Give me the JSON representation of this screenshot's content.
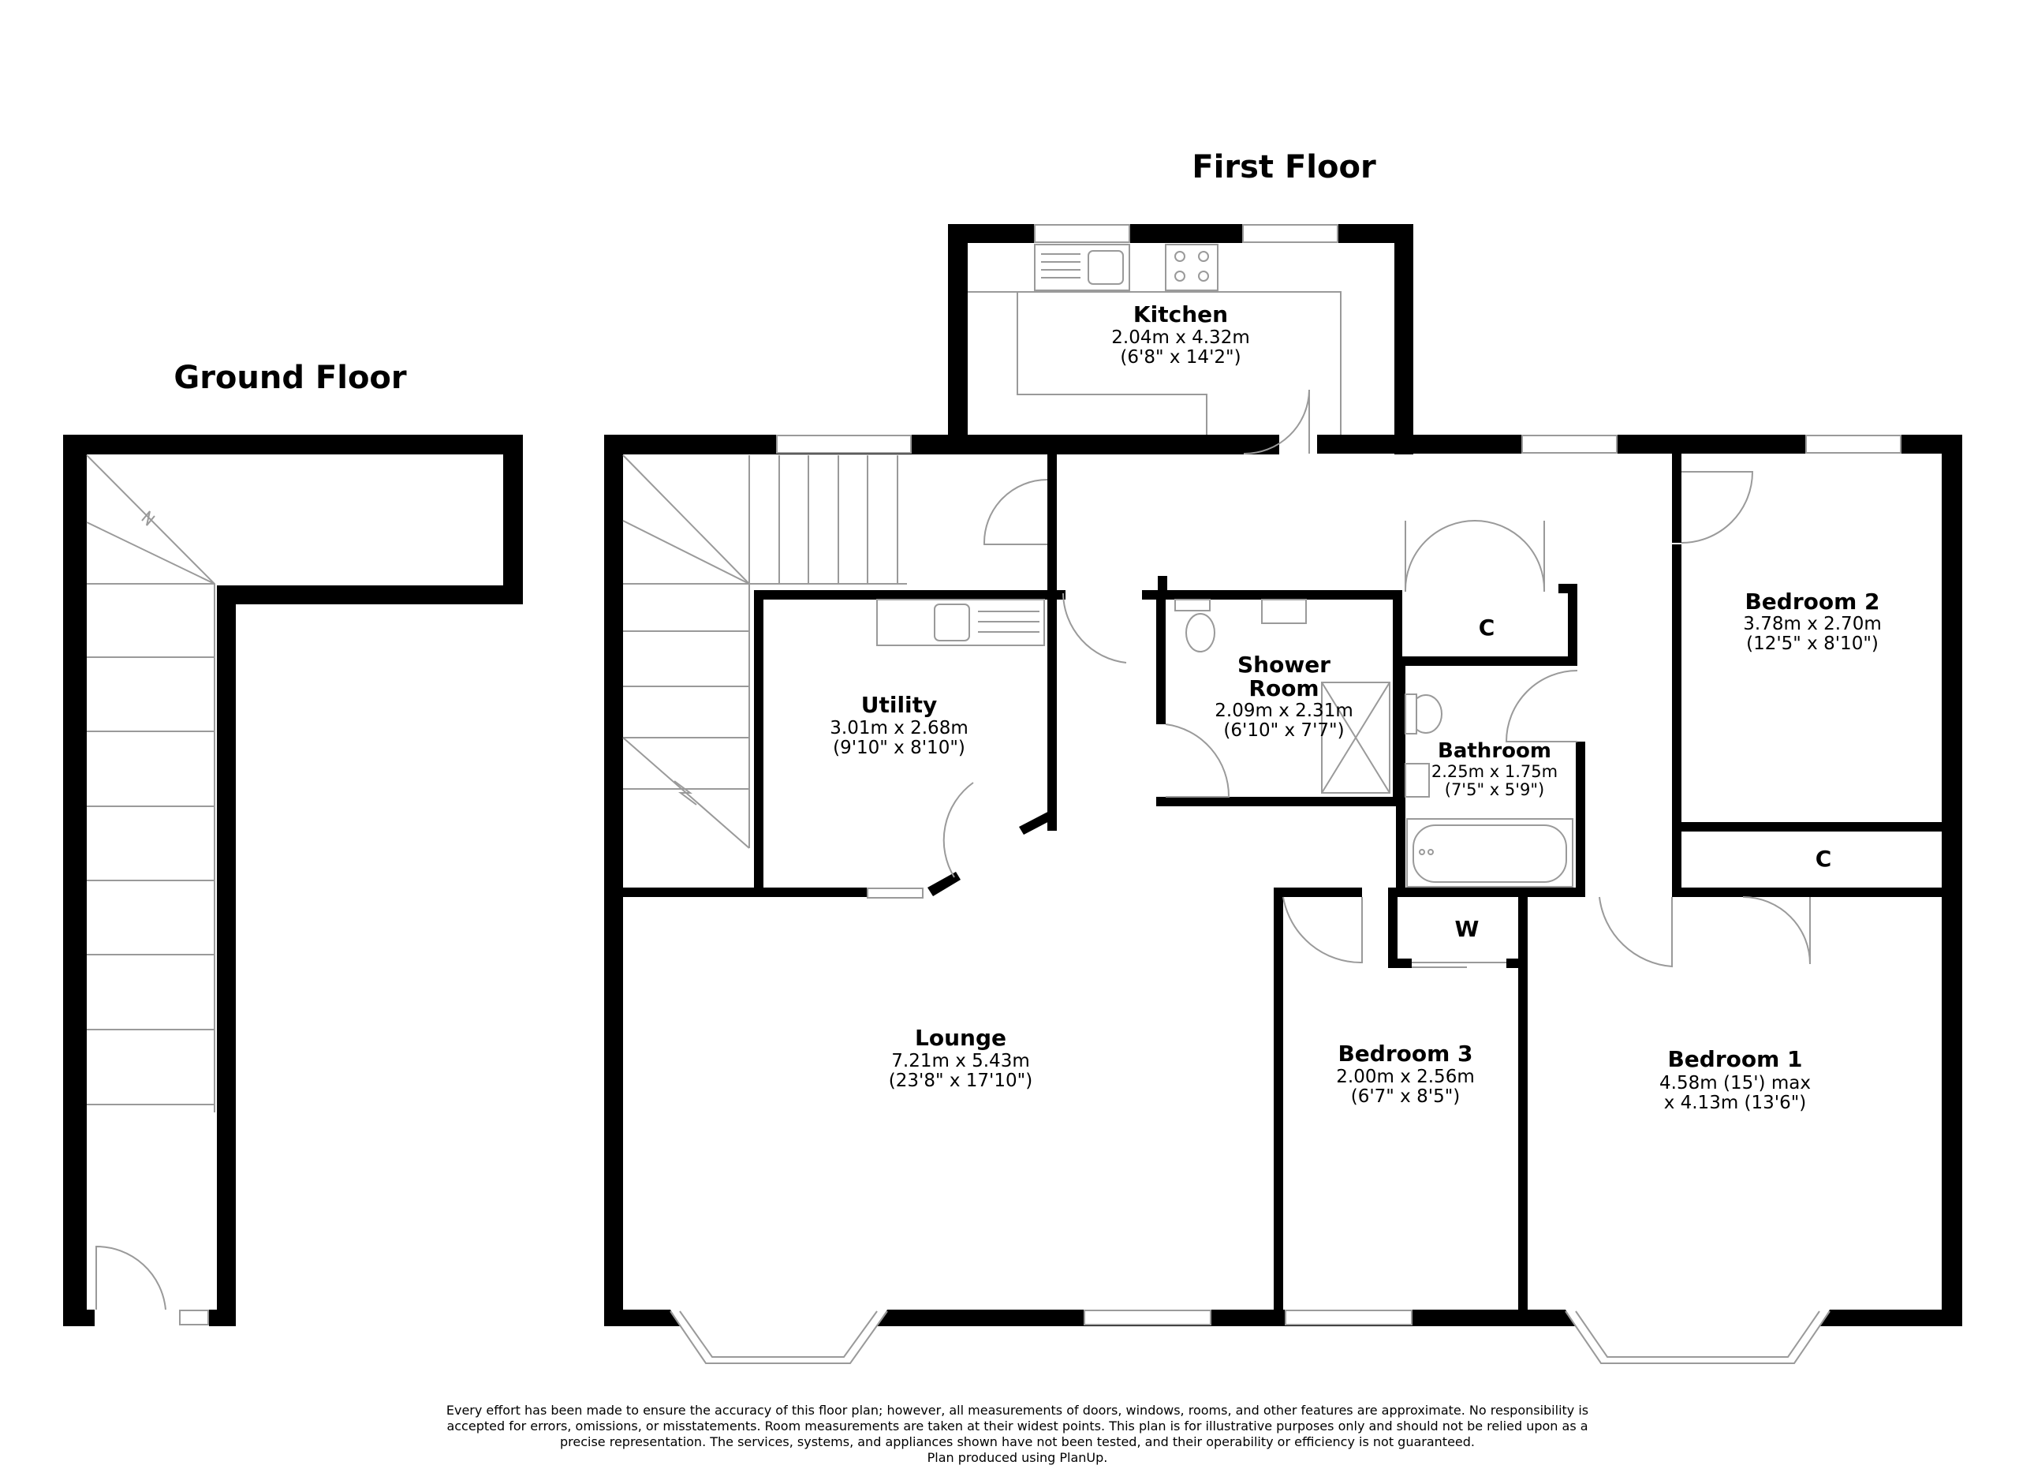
{
  "floors": {
    "ground": "Ground Floor",
    "first": "First Floor"
  },
  "rooms": {
    "kitchen": {
      "name": "Kitchen",
      "dim_m": "2.04m x 4.32m",
      "dim_ft": "(6'8\" x 14'2\")"
    },
    "utility": {
      "name": "Utility",
      "dim_m": "3.01m x 2.68m",
      "dim_ft": "(9'10\" x 8'10\")"
    },
    "shower": {
      "name_1": "Shower",
      "name_2": "Room",
      "dim_m": "2.09m x 2.31m",
      "dim_ft": "(6'10\" x 7'7\")"
    },
    "bathroom": {
      "name": "Bathroom",
      "dim_m": "2.25m x 1.75m",
      "dim_ft": "(7'5\" x 5'9\")"
    },
    "bedroom2": {
      "name": "Bedroom 2",
      "dim_m": "3.78m x 2.70m",
      "dim_ft": "(12'5\" x 8'10\")"
    },
    "lounge": {
      "name": "Lounge",
      "dim_m": "7.21m x 5.43m",
      "dim_ft": "(23'8\" x 17'10\")"
    },
    "bedroom3": {
      "name": "Bedroom 3",
      "dim_m": "2.00m x 2.56m",
      "dim_ft": "(6'7\" x 8'5\")"
    },
    "bedroom1": {
      "name": "Bedroom 1",
      "dim_line1": "4.58m (15') max",
      "dim_line2": "x 4.13m (13'6\")"
    }
  },
  "closets": {
    "c_upper": "C",
    "c_lower": "C",
    "w": "W"
  },
  "disclaimer": {
    "line1": "Every effort has been made to ensure the accuracy of this floor plan; however, all measurements of doors, windows, rooms, and other features are approximate. No responsibility is",
    "line2": "accepted for errors, omissions, or misstatements. Room measurements are taken at their widest points. This plan is for illustrative purposes only and should not be relied upon as a",
    "line3": "precise representation. The services, systems, and appliances shown have not been tested, and their operability or efficiency is not guaranteed.",
    "line4": "Plan produced using PlanUp."
  }
}
